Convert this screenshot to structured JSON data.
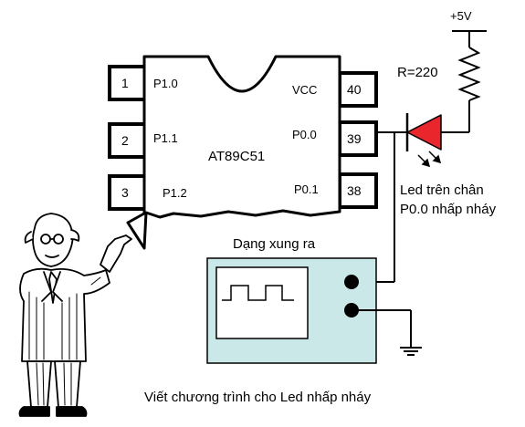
{
  "chip": {
    "name": "AT89C51",
    "pins": [
      {
        "number": "1",
        "label": "P1.0"
      },
      {
        "number": "2",
        "label": "P1.1"
      },
      {
        "number": "3",
        "label": "P1.2"
      },
      {
        "number": "40",
        "label": "VCC"
      },
      {
        "number": "39",
        "label": "P0.0"
      },
      {
        "number": "38",
        "label": "P0.1"
      }
    ]
  },
  "supply": "+5V",
  "resistor": "R=220",
  "led_caption": [
    "Led trên chân",
    "P0.0 nhấp nháy"
  ],
  "scope_title": "Dạng xung ra",
  "footer": "Viết chương trình cho Led nhấp nháy",
  "colors": {
    "led": "#e8262b",
    "scope_bg": "#c9e8e7",
    "screen_bg": "#ffffff"
  }
}
